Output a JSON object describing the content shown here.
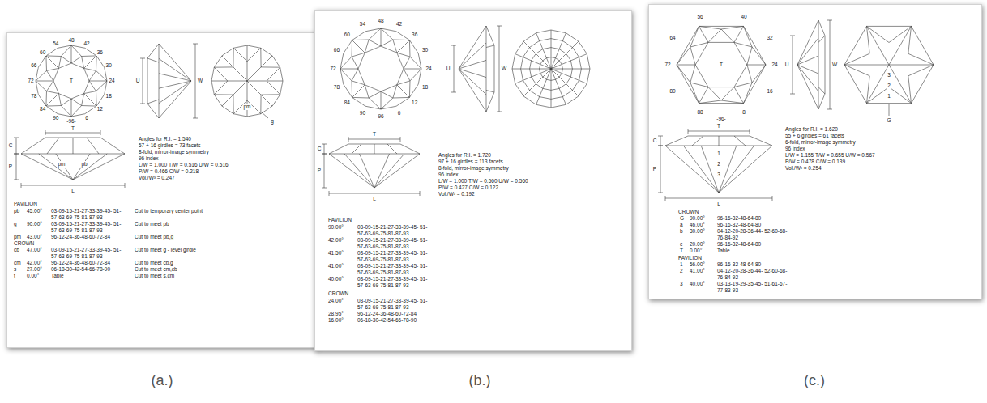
{
  "diagram": {
    "labels": [
      "54",
      "48",
      "42",
      "60",
      "36",
      "66",
      "30",
      "72",
      "24",
      "78",
      "18",
      "84",
      "12",
      "90",
      "6",
      "-96-",
      "T",
      "U",
      "W",
      "pm",
      "g",
      "T",
      "C",
      "P",
      "L",
      "pm",
      "pb",
      "Angles for R.I. = 1.540",
      "57 + 16 girdles = 73 facets",
      "8-fold, mirror-image symmetry",
      "96 index",
      "L/W = 1.000 T/W = 0.516 U/W = 0.516",
      "P/W = 0.466 C/W = 0.218",
      "Vol./W³ = 0.247",
      "PAVILION",
      "pb",
      "45.00°",
      "03-09-15-21-27-33-39-45- 51-57-63-69-75-81-87-93",
      "Cut to temporary center point",
      "g",
      "90.00°",
      "03-09-15-21-27-33-39-45- 51-57-63-69-75-81-87-93",
      "Cut to meet pb",
      "pm",
      "43.00°",
      "96-12-24-36-48-60-72-84",
      "Cut to meet pb,g",
      "CROWN",
      "cb",
      "47.00°",
      "03-09-15-21-27-33-39-45- 51-57-63-69-75-81-87-93",
      "Cut to meet g - level girdle",
      "cm",
      "42.00°",
      "96-12-24-36-48-60-72-84",
      "Cut to meet cb,g",
      "s",
      "27.00°",
      "06-18-30-42-54-66-78-90",
      "Cut to meet cm,cb",
      "t",
      "0.00°",
      "Table",
      "Cut to meet s,cm",
      "(a.)",
      "54",
      "48",
      "42",
      "60",
      "36",
      "66",
      "30",
      "72",
      "24",
      "78",
      "18",
      "84",
      "12",
      "90",
      "6",
      "-96-",
      "U",
      "W",
      "T",
      "C",
      "P",
      "L",
      "Angles for R.I. = 1.720",
      "97 + 16 girdles = 113 facets",
      "8-fold, mirror-image symmetry",
      "96 index",
      "L/W = 1.000 T/W = 0.560 U/W = 0.560",
      "P/W = 0.427 C/W = 0.122",
      "Vol./W³ = 0.192",
      "PAVILION",
      "90.00°",
      "03-09-15-21-27-33-39-45- 51-57-63-69-75-81-87-93",
      "42.00°",
      "03-09-15-21-27-33-39-45- 51-57-63-69-75-81-87-93",
      "41.50°",
      "03-09-15-21-27-33-39-45- 51-57-63-69-75-81-87-93",
      "41.00°",
      "03-09-15-21-27-33-39-45- 51-57-63-69-75-81-87-93",
      "40.00°",
      "03-09-15-21-27-33-39-45- 51-57-63-69-75-81-87-93",
      "CROWN",
      "24.00°",
      "03-09-15-21-27-33-39-45- 51-57-63-69-75-81-87-93",
      "28.95°",
      "96-12-24-36-48-60-72-84",
      "16.00°",
      "06-18-30-42-54-66-78-90",
      "(b.)",
      "56",
      "40",
      "64",
      "32",
      "72",
      "24",
      "80",
      "16",
      "88",
      "8",
      "-96-",
      "T",
      "U",
      "W",
      "3",
      "2",
      "1",
      "G",
      "T",
      "C",
      "P",
      "L",
      "1",
      "2",
      "3",
      "Angles for R.I. = 1.620",
      "55 + 6 girdles = 61 facets",
      "6-fold, mirror-image symmetry",
      "96 index",
      "L/W = 1.155 T/W = 0.655 U/W = 0.567",
      "P/W = 0.478 C/W = 0.139",
      "Vol./W³ = 0.254",
      "CROWN",
      "G",
      "90.00°",
      "96-16-32-48-64-80",
      "a",
      "46.00°",
      "96-16-32-48-64-80",
      "b",
      "30.00°",
      "04-12-20-28-36-44- 52-60-68-76-84-92",
      "c",
      "20.00°",
      "96-16-32-48-64-80",
      "T",
      "0.00°",
      "Table",
      "PAVILION",
      "1",
      "56.00°",
      "96-16-32-48-64-80",
      "2",
      "41.00°",
      "04-12-20-28-36-44- 52-60-68-76-84-92",
      "3",
      "40.00°",
      "03-13-19-29-35-45- 51-61-67-77-83-93",
      "(c.)"
    ]
  }
}
